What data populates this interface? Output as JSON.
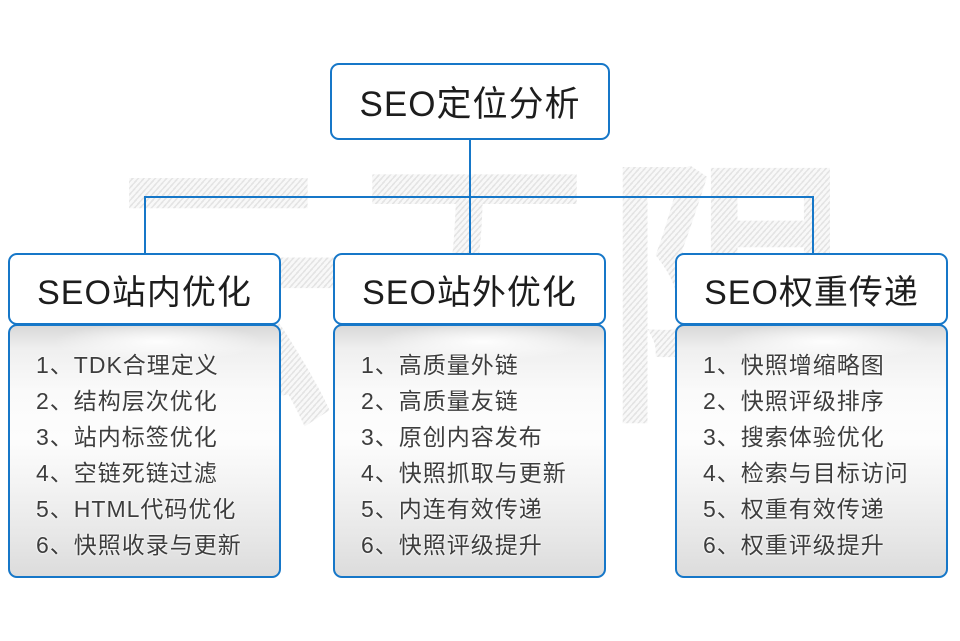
{
  "watermark": {
    "text": "云无限"
  },
  "colors": {
    "connector_line": "#1677c8",
    "box_border": "#1677c8",
    "title_text": "#1d1d1d",
    "item_text": "#3d3d3d",
    "panel_gray_top": "#d8d8d8",
    "panel_gray_bottom": "#dcdcdc",
    "watermark_gray": "#e4e4e4"
  },
  "root": {
    "title": "SEO定位分析"
  },
  "columns": [
    {
      "title": "SEO站内优化",
      "items": [
        "1、TDK合理定义",
        "2、结构层次优化",
        "3、站内标签优化",
        "4、空链死链过滤",
        "5、HTML代码优化",
        "6、快照收录与更新"
      ]
    },
    {
      "title": "SEO站外优化",
      "items": [
        "1、高质量外链",
        "2、高质量友链",
        "3、原创内容发布",
        "4、快照抓取与更新",
        "5、内连有效传递",
        "6、快照评级提升"
      ]
    },
    {
      "title": "SEO权重传递",
      "items": [
        "1、快照增缩略图",
        "2、快照评级排序",
        "3、搜索体验优化",
        "4、检索与目标访问",
        "5、权重有效传递",
        "6、权重评级提升"
      ]
    }
  ]
}
